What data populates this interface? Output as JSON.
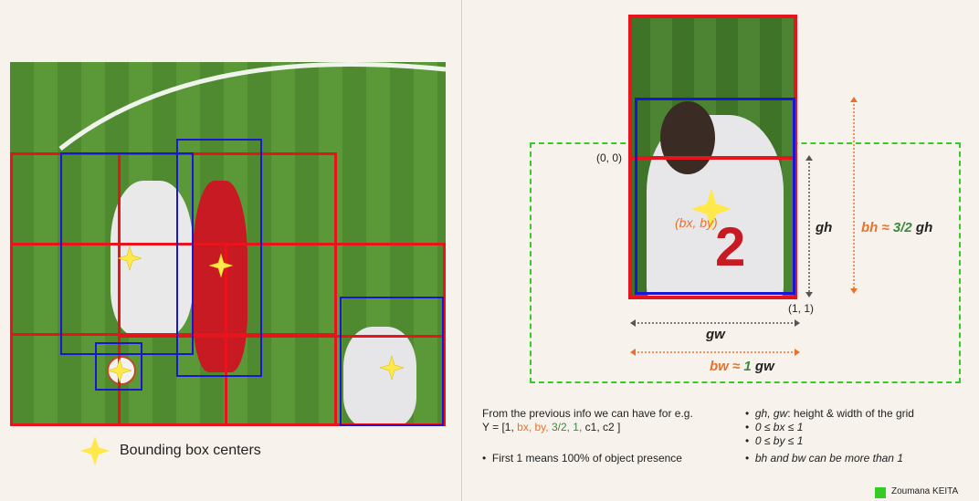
{
  "legend": {
    "label": "Bounding box centers"
  },
  "right_labels": {
    "origin": "(0, 0)",
    "corner": "(1, 1)",
    "bxby": "(bx, by)",
    "gh": "gh",
    "bh_prefix": "bh ≈ ",
    "bh_value": "3/2",
    "bh_suffix": " gh",
    "gw": "gw",
    "bw_prefix": "bw ≈ ",
    "bw_value": "1",
    "bw_suffix": " gw"
  },
  "notes_left": {
    "line1": "From the previous info we can have for e.g.",
    "y_prefix": "Y = [1, ",
    "y_bx": "bx,",
    "y_by": " by,",
    "y_32": " 3/2,",
    "y_1": " 1,",
    "y_rest": " c1, c2 ]",
    "bullet": "First 1 means 100% of object presence"
  },
  "notes_right": {
    "b1_italic": "gh, gw",
    "b1_rest": ": height & width of the grid",
    "b2": "0 ≤ bx ≤ 1",
    "b3": "0 ≤ by ≤ 1",
    "b4": "bh and bw can be more than 1"
  },
  "footer": {
    "author": "Zoumana KEITA"
  },
  "colors": {
    "red": "#e8141b",
    "blue": "#1a16d6",
    "green": "#33cc22",
    "orange": "#e8722a",
    "star": "#ffe94a"
  }
}
